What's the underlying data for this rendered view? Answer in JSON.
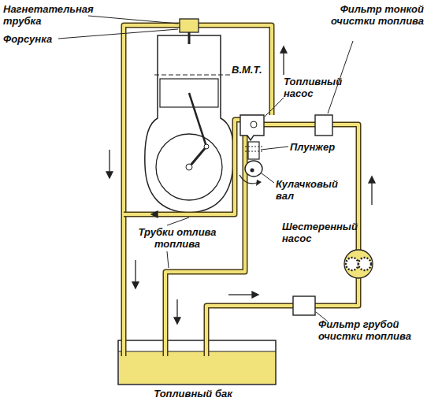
{
  "diagram": {
    "labels": [
      "Нагнетательная трубка",
      "Форсунка",
      "В.М.Т.",
      "Фильтр тонкой очистки топлива",
      "Топливный насос",
      "Плунжер",
      "Кулачковый вал",
      "Шестеренный насос",
      "Трубки отлива топлива",
      "Фильтр грубой очистки топлива",
      "Топливный бак"
    ]
  }
}
